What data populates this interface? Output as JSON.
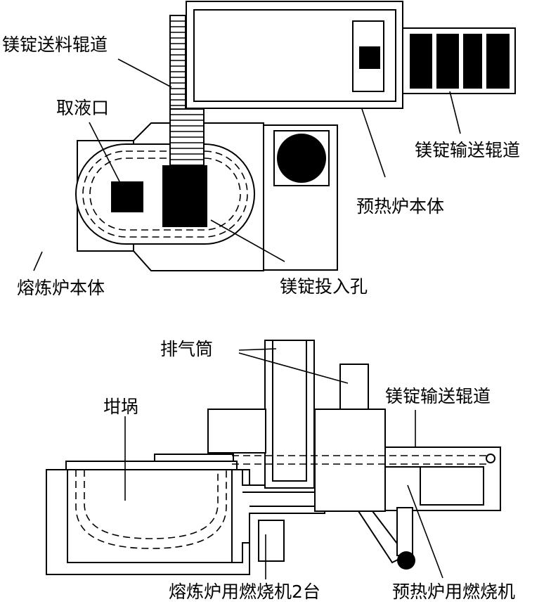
{
  "top_view": {
    "labels": {
      "ingot_feed_roller": "镁锭送料辊道",
      "liquid_outlet": "取液口",
      "ingot_conveyor_roller": "镁锭输送辊道",
      "preheat_furnace_body": "预热炉本体",
      "melting_furnace_body": "熔炼炉本体",
      "ingot_input_hole": "镁锭投入孔"
    }
  },
  "side_view": {
    "labels": {
      "exhaust_stack": "排气筒",
      "crucible": "坩埚",
      "ingot_conveyor_roller": "镁锭输送辊道",
      "melting_burners": "熔炼炉用燃烧机2台",
      "preheat_burner": "预热炉用燃烧机"
    }
  }
}
